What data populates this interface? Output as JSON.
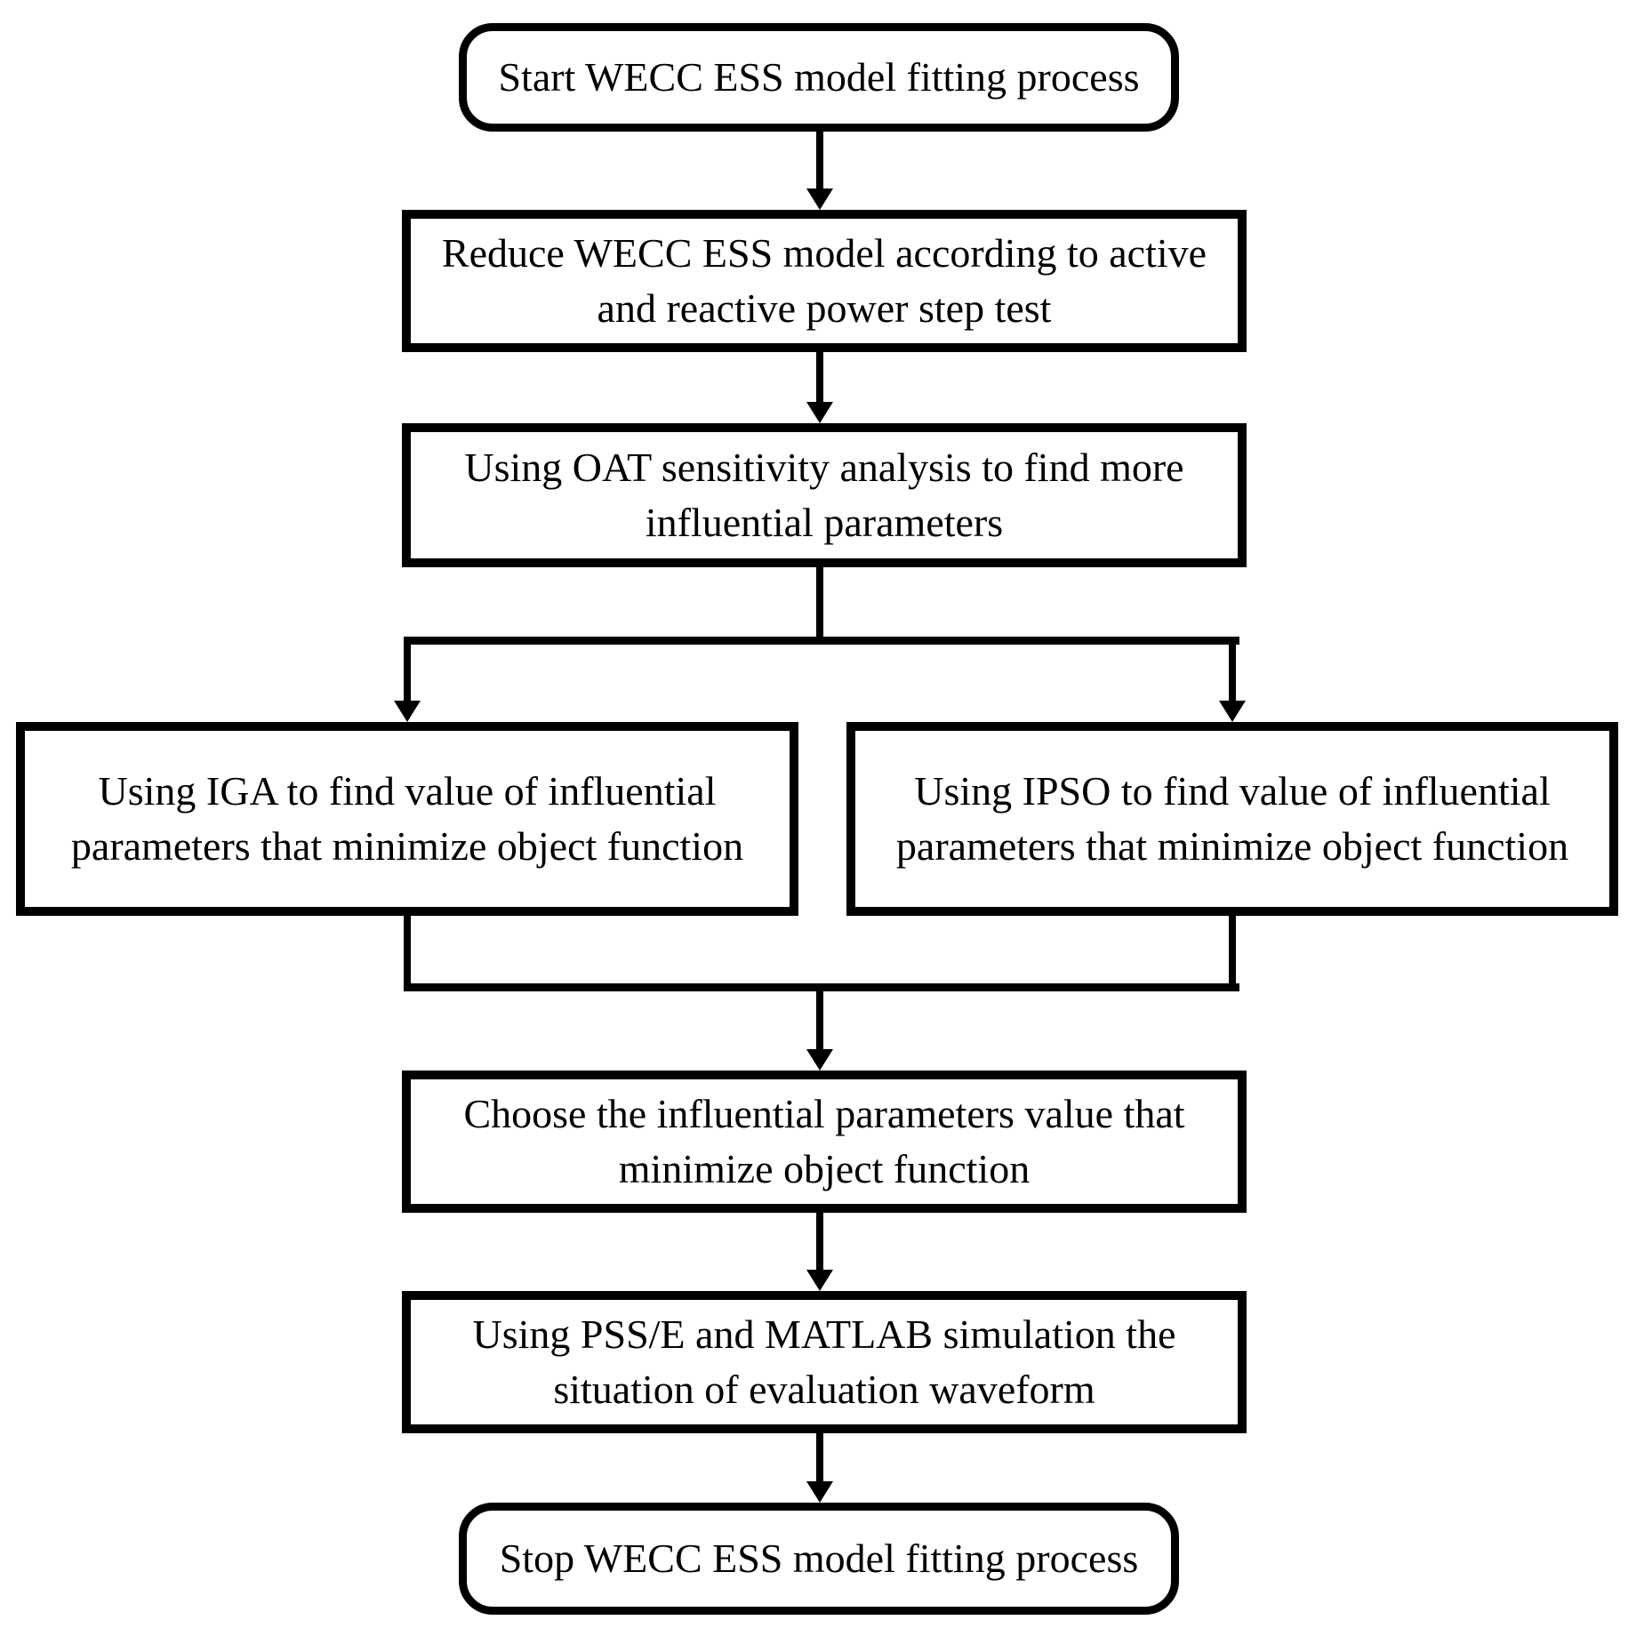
{
  "diagram": {
    "background": "#ffffff",
    "stroke": "#000000",
    "nodes": {
      "start": {
        "type": "terminator",
        "label": "Start WECC ESS model fitting process",
        "lines": [
          "Start WECC ESS model fitting process"
        ]
      },
      "reduce": {
        "type": "process",
        "label": "Reduce WECC ESS model according to active and reactive power step test",
        "lines": [
          "Reduce WECC ESS model according to active",
          "and reactive power step test"
        ]
      },
      "oat": {
        "type": "process",
        "label": "Using OAT sensitivity analysis to find more influential parameters",
        "lines": [
          "Using OAT sensitivity analysis to find more",
          "influential parameters"
        ]
      },
      "iga": {
        "type": "process",
        "label": "Using IGA to find value of influential parameters that minimize object function",
        "lines": [
          "Using IGA to find value of influential",
          "parameters that minimize object function"
        ]
      },
      "ipso": {
        "type": "process",
        "label": "Using IPSO to find value of influential parameters that minimize object function",
        "lines": [
          "Using IPSO to find value of influential",
          "parameters that minimize object function"
        ]
      },
      "choose": {
        "type": "process",
        "label": "Choose the influential parameters value that minimize object function",
        "lines": [
          "Choose the influential parameters value that",
          "minimize object function"
        ]
      },
      "simulate": {
        "type": "process",
        "label": "Using PSS/E and MATLAB simulation the situation of evaluation waveform",
        "lines": [
          "Using PSS/E and MATLAB simulation the",
          "situation of evaluation waveform"
        ]
      },
      "stop": {
        "type": "terminator",
        "label": "Stop WECC ESS model fitting process",
        "lines": [
          "Stop WECC ESS model fitting process"
        ]
      }
    }
  }
}
